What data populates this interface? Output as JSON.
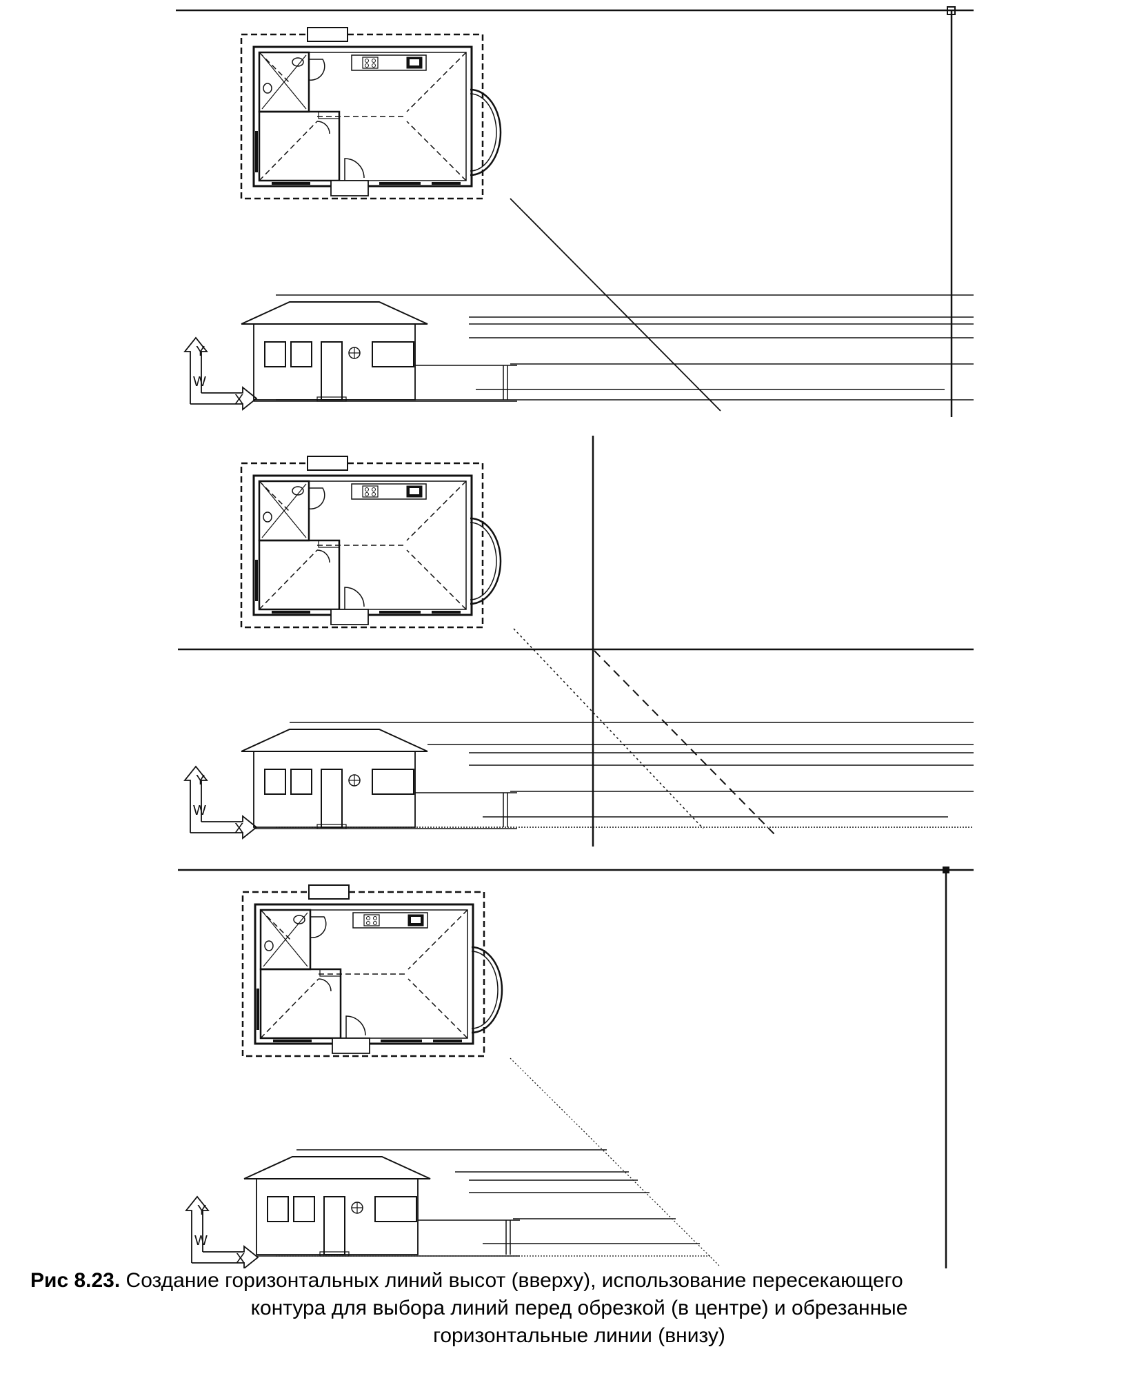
{
  "figure": {
    "caption_label": "Рис 8.23.",
    "caption_line1": " Создание горизонтальных линий высот (вверху), использование пересекающего",
    "caption_line2": "контура для выбора линий перед обрезкой (в центре) и обрезанные",
    "caption_line3": "горизонтальные линии (внизу)"
  },
  "ucs_icon": {
    "y_label": "Y",
    "w_label": "W",
    "x_label": "X"
  },
  "panels": [
    {
      "id": "top",
      "description_key": "creating-horizontal-height-lines"
    },
    {
      "id": "middle",
      "description_key": "crossing-window-selection"
    },
    {
      "id": "bottom",
      "description_key": "trimmed-horizontal-lines"
    }
  ],
  "colors": {
    "ink": "#111111",
    "paper": "#ffffff"
  }
}
